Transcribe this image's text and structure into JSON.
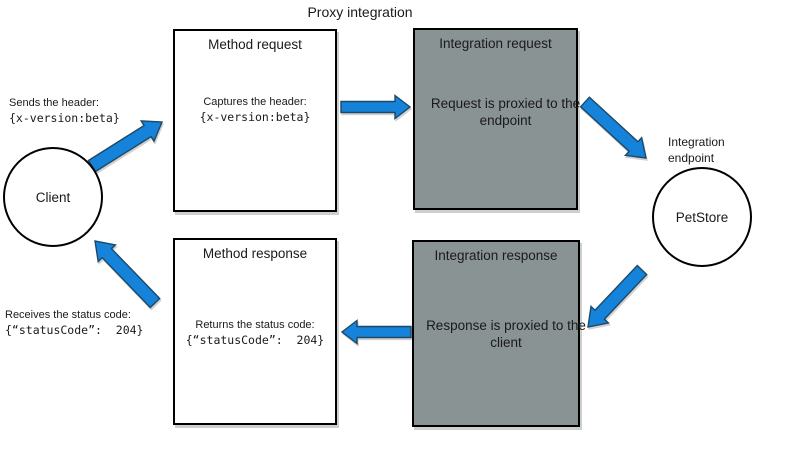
{
  "title": "Proxy integration",
  "colors": {
    "arrow_fill": "#1583DA",
    "arrow_outline": "#1C4966",
    "integration_box_bg": "#8A9394"
  },
  "client": {
    "label": "Client",
    "send_caption": "Sends the header:",
    "send_code": "{x-version:beta}",
    "receive_caption": "Receives the status code:",
    "receive_code": "{“statusCode”:  204}"
  },
  "method_request": {
    "title": "Method request",
    "caption": "Captures the header:",
    "code": "{x-version:beta}"
  },
  "integration_request": {
    "title": "Integration request",
    "body": "Request is proxied to the endpoint"
  },
  "endpoint": {
    "label": "PetStore",
    "caption": "Integration\nendpoint"
  },
  "integration_response": {
    "title": "Integration response",
    "body": "Response is proxied to the client"
  },
  "method_response": {
    "title": "Method response",
    "caption": "Returns the status code:",
    "code": "{“statusCode”:  204}"
  }
}
